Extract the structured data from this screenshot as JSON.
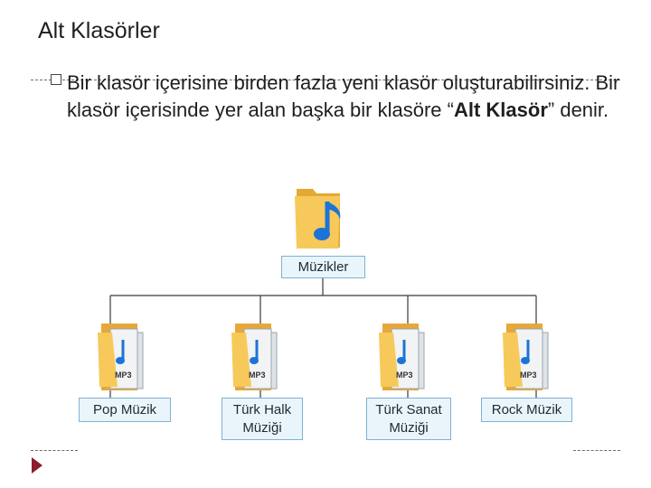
{
  "slide": {
    "title": "Alt Klasörler",
    "text_before": "Bir klasör içerisine birden fazla yeni klasör oluşturabilirsiniz. Bir klasör içerisinde yer alan başka bir klasöre “",
    "text_bold": "Alt Klasör",
    "text_after": "” denir."
  },
  "tree": {
    "root": "Müzikler",
    "children": [
      "Pop Müzik",
      "Türk Halk Müziği",
      "Türk Sanat Müziği",
      "Rock Müzik"
    ]
  },
  "icons": {
    "root_icon": "music-folder-icon",
    "child_icon": "mp3-folder-icon",
    "bullet": "checkbox-bullet-icon",
    "nav": "play-arrow-icon"
  },
  "colors": {
    "folder": "#f4c04a",
    "note": "#1d74d8",
    "node_bg": "#eaf4fb",
    "node_border": "#7fb2d3",
    "nav": "#8b1d2c"
  }
}
